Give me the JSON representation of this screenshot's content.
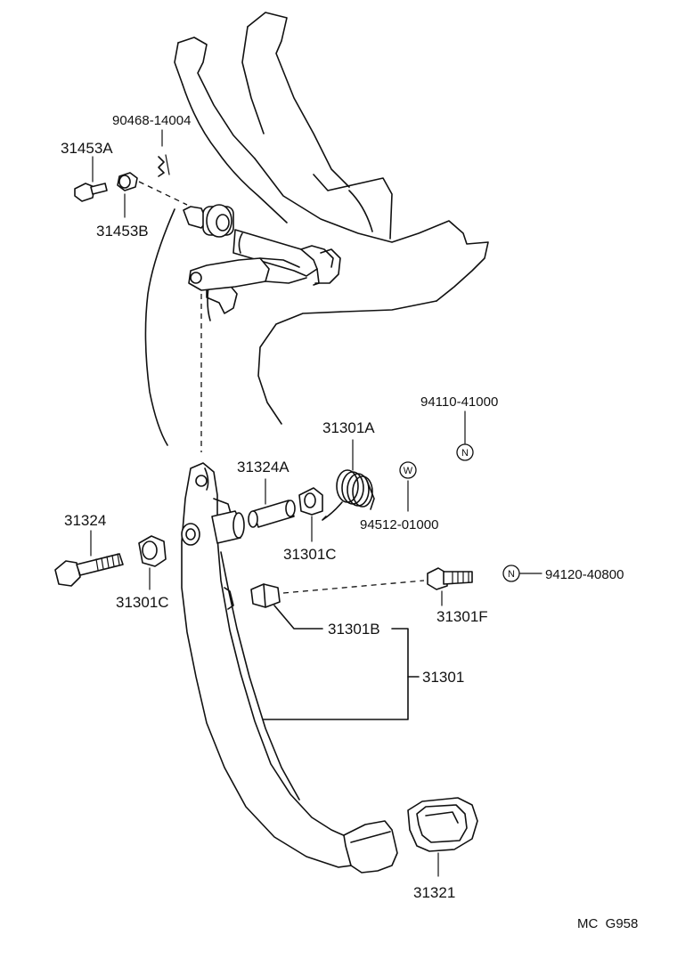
{
  "labels": {
    "l90468": "90468-14004",
    "l31453A": "31453A",
    "l31453B": "31453B",
    "l94110": "94110-41000",
    "l31301A": "31301A",
    "l31324A": "31324A",
    "l94512": "94512-01000",
    "l31324": "31324",
    "l31301C_a": "31301C",
    "l31301C_b": "31301C",
    "l94120": "94120-40800",
    "l31301F": "31301F",
    "l31301B": "31301B",
    "l31301": "31301",
    "l31321": "31321",
    "code": "MC  G958"
  },
  "symbols": {
    "n_top": "N",
    "w_mid": "W",
    "n_right": "N"
  }
}
